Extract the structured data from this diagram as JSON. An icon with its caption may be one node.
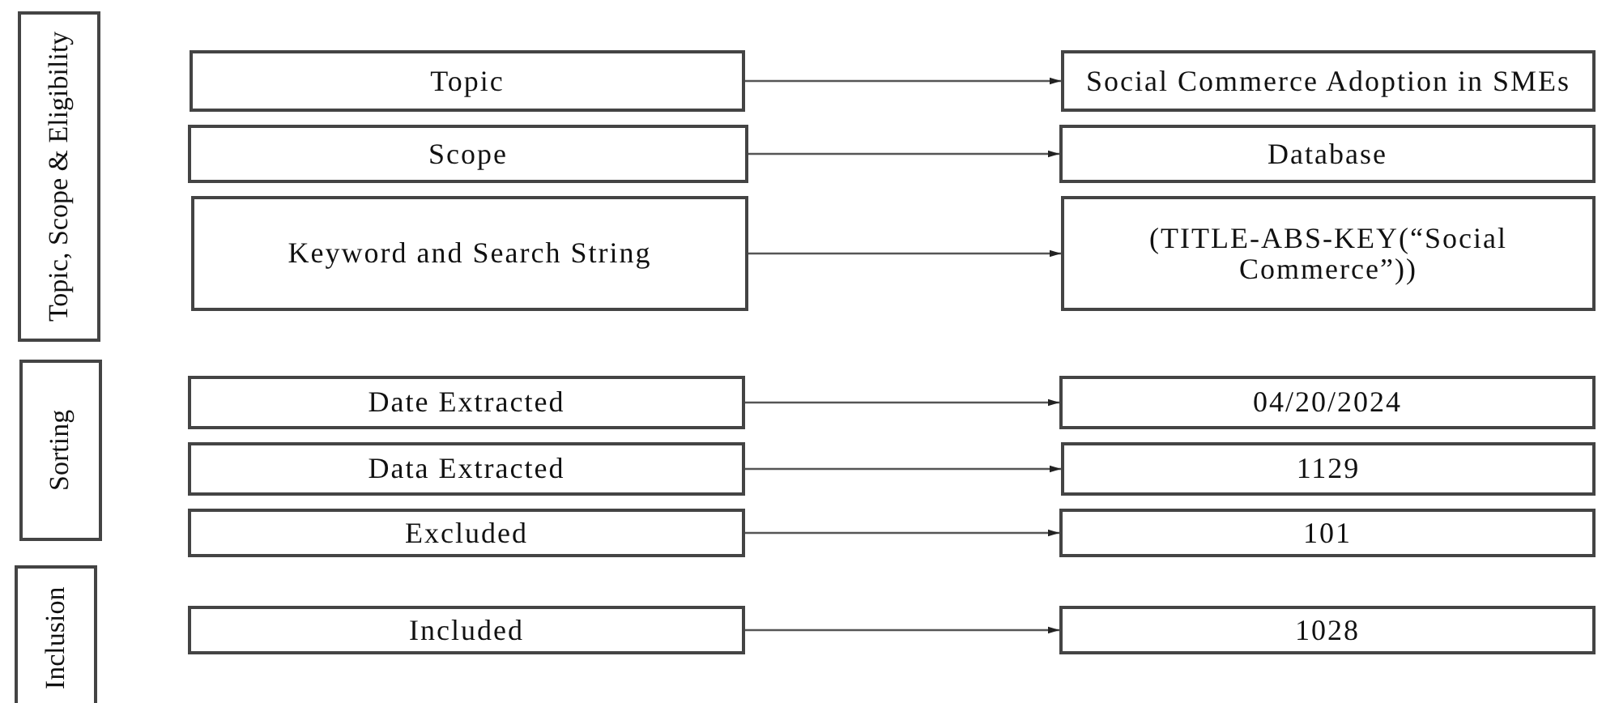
{
  "diagram": {
    "nodes": [
      {
        "text": [
          "Topic, Scope & Eligibility"
        ]
      },
      {
        "text": [
          "Topic"
        ]
      },
      {
        "text": [
          "Social Commerce Adoption in SMEs"
        ]
      },
      {
        "text": [
          "Scope"
        ]
      },
      {
        "text": [
          "Database"
        ]
      },
      {
        "text": [
          "Keyword and Search String"
        ]
      },
      {
        "text": [
          "(TITLE-ABS-KEY(“Social Commerce”))"
        ]
      },
      {
        "text": [
          "Sorting"
        ]
      },
      {
        "text": [
          "Date Extracted"
        ]
      },
      {
        "text": [
          "04/20/2024"
        ]
      },
      {
        "text": [
          "Data Extracted"
        ]
      },
      {
        "text": [
          "1129"
        ]
      },
      {
        "text": [
          "Excluded"
        ]
      },
      {
        "text": [
          "101"
        ]
      },
      {
        "text": [
          "Inclusion"
        ]
      },
      {
        "text": [
          "Included"
        ]
      },
      {
        "text": [
          "1028"
        ]
      }
    ],
    "edges": [
      {
        "from": 1,
        "to": 2,
        "arrow": "to"
      },
      {
        "from": 3,
        "to": 4,
        "arrow": "to"
      },
      {
        "from": 5,
        "to": 6,
        "arrow": "to"
      },
      {
        "from": 8,
        "to": 9,
        "arrow": "to"
      },
      {
        "from": 10,
        "to": 11,
        "arrow": "to"
      },
      {
        "from": 12,
        "to": 13,
        "arrow": "to"
      },
      {
        "from": 15,
        "to": 16,
        "arrow": "to"
      }
    ]
  }
}
